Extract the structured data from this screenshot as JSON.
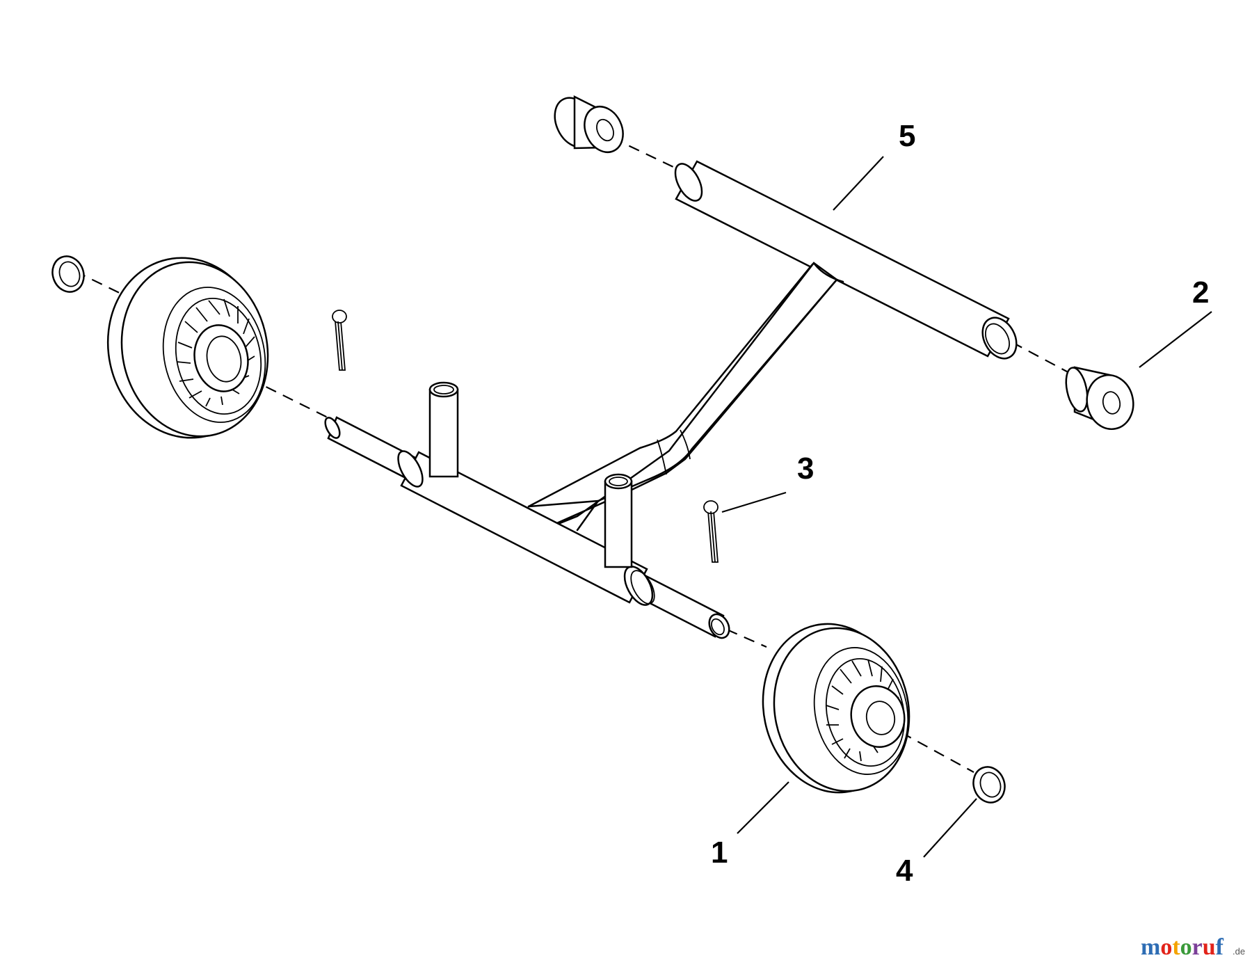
{
  "diagram": {
    "callouts": [
      {
        "id": "callout-1",
        "label": "1"
      },
      {
        "id": "callout-2",
        "label": "2"
      },
      {
        "id": "callout-3",
        "label": "3"
      },
      {
        "id": "callout-4",
        "label": "4"
      },
      {
        "id": "callout-5",
        "label": "5"
      }
    ],
    "watermark": {
      "brand": "motoruf",
      "suffix": ".de"
    },
    "colors": {
      "line": "#000000",
      "background": "#ffffff",
      "brand_m": "#2e6db4",
      "brand_o": "#e2231a",
      "brand_t": "#f4a300",
      "brand_r": "#3a9a3a",
      "brand_u": "#7b3f98",
      "brand_f": "#2e6db4"
    }
  }
}
